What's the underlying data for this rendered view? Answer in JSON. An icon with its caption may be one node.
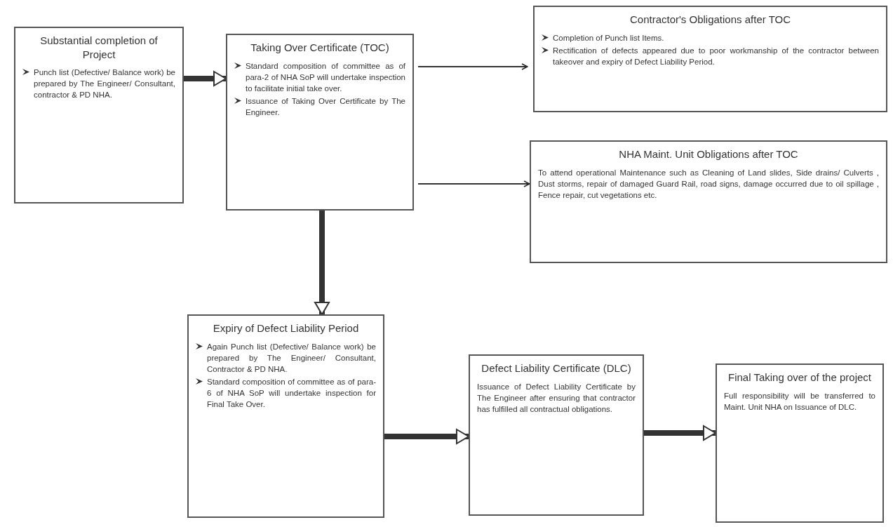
{
  "diagram": {
    "nodes": [
      {
        "text": [
          "Substantial completion of Project",
          "Punch list (Defective/ Balance work) be prepared by The Engineer/ Consultant, contractor & PD NHA."
        ]
      },
      {
        "text": [
          "Taking Over Certificate (TOC)",
          "Standard composition of committee as of para-2 of NHA SoP will undertake inspection to facilitate initial take over.",
          "Issuance of Taking Over Certificate by The Engineer."
        ]
      },
      {
        "text": [
          "Contractor's Obligations after TOC",
          "Completion of Punch list Items.",
          "Rectification of defects appeared due to poor workmanship of the contractor between takeover and expiry of Defect Liability Period."
        ]
      },
      {
        "text": [
          "NHA Maint. Unit Obligations after TOC",
          "To attend operational Maintenance such as Cleaning of Land slides, Side drains/ Culverts , Dust storms, repair of damaged Guard Rail, road signs, damage occurred due to oil spillage , Fence repair, cut vegetations etc."
        ]
      },
      {
        "text": [
          "Expiry of Defect Liability Period",
          "Again Punch list (Defective/ Balance work) be prepared by The Engineer/ Consultant, Contractor & PD NHA.",
          "Standard composition of committee as of para-6 of NHA SoP will undertake inspection for Final Take Over."
        ]
      },
      {
        "text": [
          "Defect Liability Certificate (DLC)",
          "Issuance of Defect Liability Certificate by The Engineer after ensuring that contractor has fulfilled all contractual obligations."
        ]
      },
      {
        "text": [
          "Final Taking over of the project",
          "Full responsibility will be transferred to Maint. Unit NHA on Issuance of DLC."
        ]
      }
    ],
    "edges": [
      {
        "from": 0,
        "to": 1,
        "arrow": "to"
      },
      {
        "from": 1,
        "to": 2,
        "arrow": "to"
      },
      {
        "from": 1,
        "to": 3,
        "arrow": "to"
      },
      {
        "from": 1,
        "to": 4,
        "arrow": "to"
      },
      {
        "from": 4,
        "to": 5,
        "arrow": "to"
      },
      {
        "from": 5,
        "to": 6,
        "arrow": "to"
      }
    ]
  }
}
